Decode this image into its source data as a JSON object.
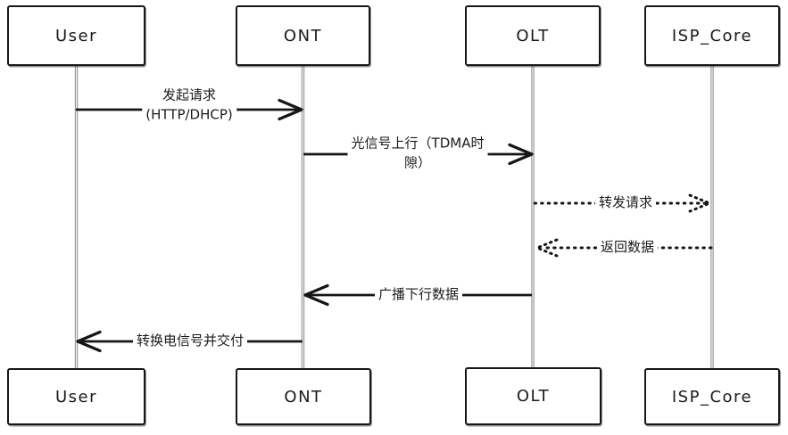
{
  "diagram": {
    "type": "sequence-diagram",
    "actors": [
      {
        "id": "user",
        "label": "User"
      },
      {
        "id": "ont",
        "label": "ONT"
      },
      {
        "id": "olt",
        "label": "OLT"
      },
      {
        "id": "isp_core",
        "label": "ISP_Core"
      }
    ],
    "messages": [
      {
        "from": "User",
        "to": "ONT",
        "style": "solid",
        "direction": "right",
        "label": "发起请求\n(HTTP/DHCP)"
      },
      {
        "from": "ONT",
        "to": "OLT",
        "style": "solid",
        "direction": "right",
        "label": "光信号上行（TDMA时\n隙）"
      },
      {
        "from": "OLT",
        "to": "ISP_Core",
        "style": "dotted",
        "direction": "right",
        "label": "转发请求"
      },
      {
        "from": "ISP_Core",
        "to": "OLT",
        "style": "dotted",
        "direction": "left",
        "label": "返回数据"
      },
      {
        "from": "OLT",
        "to": "ONT",
        "style": "solid",
        "direction": "left",
        "label": "广播下行数据"
      },
      {
        "from": "ONT",
        "to": "User",
        "style": "solid",
        "direction": "left",
        "label": "转换电信号并交付"
      }
    ],
    "colors": {
      "stroke": "#161616",
      "lifeline": "#8f8f8f",
      "background": "#ffffff",
      "text": "#1b1b1b"
    }
  }
}
